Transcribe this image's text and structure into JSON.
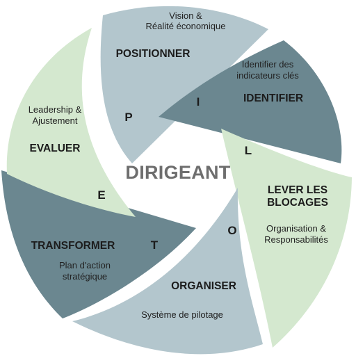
{
  "center_label": "DIRIGEANT",
  "colors": {
    "light_green": "#d4e8cf",
    "light_blue": "#b3c6cd",
    "dark_teal": "#6b8790",
    "background": "#ffffff"
  },
  "segments": [
    {
      "id": "positionner",
      "color": "light_blue",
      "title_lines": [
        "POSITIONNER"
      ],
      "subtitle_lines": [
        "Vision &",
        "Réalité économique"
      ],
      "letter": "P"
    },
    {
      "id": "identifier",
      "color": "dark_teal",
      "title_lines": [
        "IDENTIFIER"
      ],
      "subtitle_lines": [
        "Identifier des",
        "indicateurs clés"
      ],
      "letter": "I"
    },
    {
      "id": "lever",
      "color": "light_green",
      "title_lines": [
        "LEVER LES",
        "BLOCAGES"
      ],
      "subtitle_lines": [
        "Organisation &",
        "Responsabilités"
      ],
      "letter": "L"
    },
    {
      "id": "organiser",
      "color": "light_blue",
      "title_lines": [
        "ORGANISER"
      ],
      "subtitle_lines": [
        "Système de pilotage"
      ],
      "letter": "O"
    },
    {
      "id": "transformer",
      "color": "dark_teal",
      "title_lines": [
        "TRANSFORMER"
      ],
      "subtitle_lines": [
        "Plan d'action",
        "stratégique"
      ],
      "letter": "T"
    },
    {
      "id": "evaluer",
      "color": "light_green",
      "title_lines": [
        "EVALUER"
      ],
      "subtitle_lines": [
        "Leadership &",
        "Ajustement"
      ],
      "letter": "E"
    }
  ]
}
